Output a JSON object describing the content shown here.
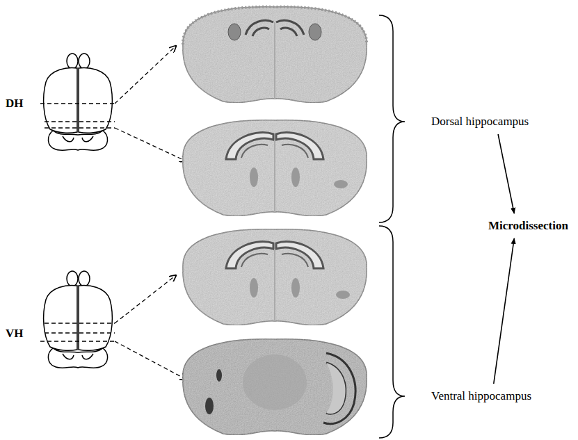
{
  "diagram": {
    "nodes": [
      {
        "text": [
          "Dorsal hippocampus"
        ]
      },
      {
        "text": [
          "Ventral hippocampus"
        ]
      },
      {
        "text": [
          "Microdissection"
        ]
      }
    ],
    "edges": [
      {
        "from": 0,
        "to": 2,
        "arrow": "to"
      },
      {
        "from": 1,
        "to": 2,
        "arrow": "to"
      }
    ],
    "labels": [
      "DH",
      "VH"
    ]
  }
}
